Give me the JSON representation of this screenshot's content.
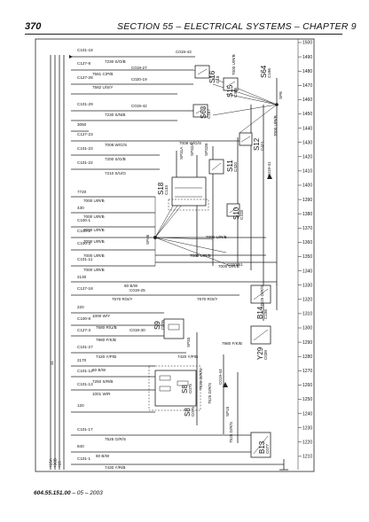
{
  "header": {
    "page_number": "370",
    "title": "SECTION 55 – ELECTRICAL SYSTEMS – CHAPTER 9"
  },
  "footer": {
    "doc_code": "604.55.151.00",
    "date_suffix": " – 05 – 2003"
  },
  "left_bus_labels": [
    "+15A",
    "+30B",
    "+15",
    "31"
  ],
  "right_scale": [
    "1500",
    "1490",
    "1480",
    "1470",
    "1460",
    "1450",
    "1440",
    "1430",
    "1420",
    "1410",
    "1400",
    "1390",
    "1380",
    "1370",
    "1360",
    "1350",
    "1340",
    "1330",
    "1320",
    "1310",
    "1300",
    "1290",
    "1280",
    "1270",
    "1260",
    "1250",
    "1240",
    "1230",
    "1220",
    "1210"
  ],
  "components": [
    {
      "name": "S64",
      "code": "C166"
    },
    {
      "name": "S16",
      "code": "C18"
    },
    {
      "name": "S15",
      "code": "C308"
    },
    {
      "name": "S63",
      "code": "C167"
    },
    {
      "name": "S8",
      "code": "C075"
    },
    {
      "name": "S12",
      "code": "C421"
    },
    {
      "name": "S11",
      "code": "C420"
    },
    {
      "name": "S18",
      "code": "C133"
    },
    {
      "name": "S10",
      "code": "C418"
    },
    {
      "name": "B14",
      "code": "C156"
    },
    {
      "name": "S9",
      "code": "C076"
    },
    {
      "name": "Y29",
      "code": "C039"
    },
    {
      "name": "S8",
      "code": "C075"
    },
    {
      "name": "B13",
      "code": "C077"
    }
  ],
  "connectors": [
    "C101-18",
    "C127-8",
    "C127-28",
    "C101-29",
    "3060",
    "C127-23",
    "C101-23",
    "C101-22",
    "7720",
    "430",
    "C100-1",
    "C100-2",
    "C100-3",
    "C101-11",
    "2130",
    "C127-18",
    "220",
    "C100-8",
    "C127-3",
    "C101-27",
    "2170",
    "C101-12",
    "C101-13",
    "120",
    "C101-17",
    "840",
    "C101-1"
  ],
  "splices": [
    "SP31A",
    "SP32A",
    "SP32B",
    "SP8",
    "SP46",
    "SP33",
    "SP15"
  ],
  "connector_refs": [
    "C019-43",
    "C019-27",
    "C020-19",
    "C019-42",
    "C019-41",
    "C020-51",
    "C019-25",
    "C019-30",
    "C019-44"
  ],
  "wire_labels": [
    "7230 S/O/B",
    "7581 C/P/B",
    "7582 U/S/Y",
    "7230 S/N/B",
    "7000 U/R/B",
    "7008 W/G/S",
    "7200 S/G/B",
    "7210 S/U/G",
    "7000 U/R/B",
    "7000 U/R/B",
    "7000 U/R/B",
    "7000 U/R/B",
    "7000 U/R/B",
    "7000 U/R/B",
    "60 B/W",
    "7670 R/S/Y",
    "1000 W/Y",
    "7680 R/U/B",
    "7980 F/K/B",
    "7420 Y/P/B",
    "60 B/W",
    "7250 S/R/B",
    "1001 W/R",
    "7525 G/R/S",
    "60 B/W",
    "7430 Y/R/B",
    "7008 W/G/S",
    "7000 U/R/B",
    "7000 U/R/B",
    "7000 U/R/B",
    "7670 R/S/Y",
    "7525 G/R/S",
    "7980 F/K/B",
    "7000 U/R/B",
    "7420 Y/P/B",
    "7525 G/R/S",
    "7525 G/R/S",
    "7525 G/R/S"
  ],
  "ground_label": "31"
}
